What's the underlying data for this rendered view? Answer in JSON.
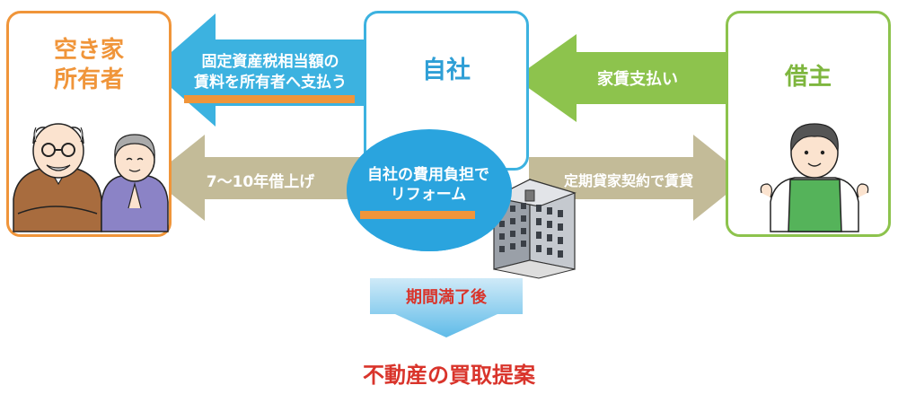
{
  "owner": {
    "title_line1": "空き家",
    "title_line2": "所有者"
  },
  "company": {
    "title": "自社"
  },
  "tenant": {
    "title": "借主"
  },
  "arrows": {
    "tax_line1": "固定資産税相当額の",
    "tax_line2": "賃料を所有者へ支払う",
    "rent": "家賃支払い",
    "lease": "7～10年借上げ",
    "contract": "定期貸家契約で賃貸"
  },
  "reform": {
    "line1": "自社の費用負担で",
    "line2": "リフォーム"
  },
  "period": "期間満了後",
  "proposal": "不動産の買取提案",
  "colors": {
    "owner": "#f0953a",
    "company": "#3cb2e0",
    "tenant": "#8dc34d",
    "lease_arrow": "#c3bb98",
    "accent_red": "#d9342b"
  }
}
